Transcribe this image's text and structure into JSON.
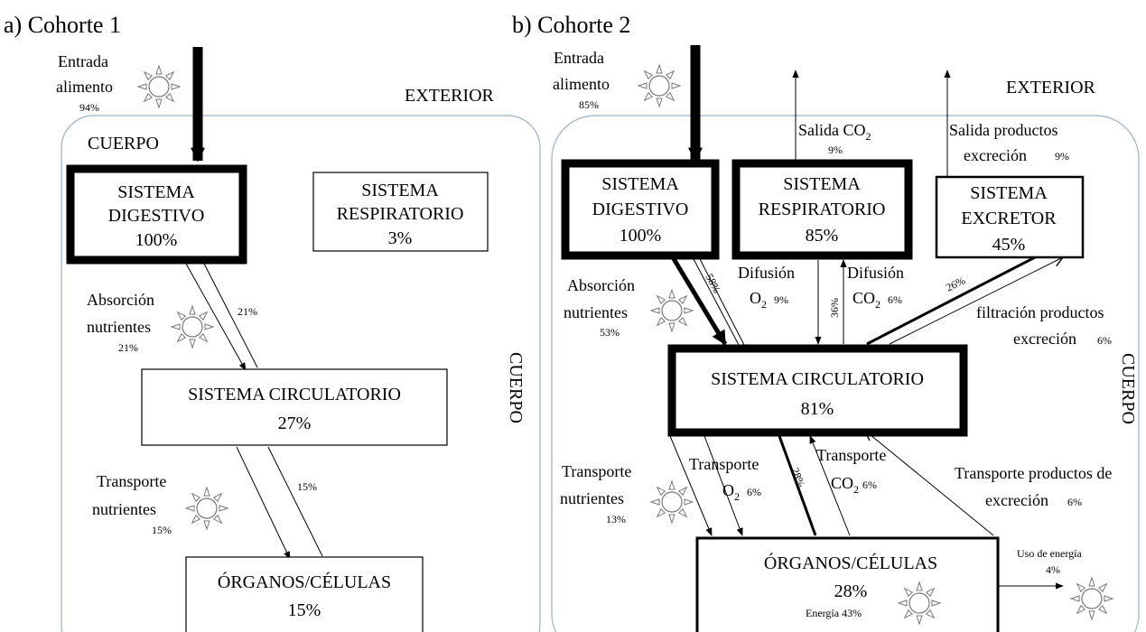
{
  "panel_a": {
    "label": "a) Cohorte 1",
    "exterior": "EXTERIOR",
    "cuerpo_top": "CUERPO",
    "cuerpo_side": "CUERPO",
    "entrada": {
      "line1": "Entrada",
      "line2": "alimento",
      "pct": "94%"
    },
    "digestivo": {
      "line1": "SISTEMA",
      "line2": "DIGESTIVO",
      "pct": "100%"
    },
    "respiratorio": {
      "line1": "SISTEMA",
      "line2": "RESPIRATORIO",
      "pct": "3%"
    },
    "absorcion": {
      "line1": "Absorción",
      "line2": "nutrientes",
      "pct": "21%",
      "arrow_pct": "21%"
    },
    "circulatorio": {
      "line1": "SISTEMA CIRCULATORIO",
      "pct": "27%"
    },
    "transporte": {
      "line1": "Transporte",
      "line2": "nutrientes",
      "pct": "15%",
      "arrow_pct": "15%"
    },
    "organos": {
      "line1": "ÓRGANOS/CÉLULAS",
      "pct": "15%"
    }
  },
  "panel_b": {
    "label": "b) Cohorte 2",
    "exterior": "EXTERIOR",
    "cuerpo_side": "CUERPO",
    "entrada": {
      "line1": "Entrada",
      "line2": "alimento",
      "pct": "85%"
    },
    "salida_co2": {
      "line1": "Salida CO",
      "sub": "2",
      "pct": "9%"
    },
    "salida_productos": {
      "line1": "Salida productos",
      "line2": "excreción",
      "pct": "9%"
    },
    "digestivo": {
      "line1": "SISTEMA",
      "line2": "DIGESTIVO",
      "pct": "100%"
    },
    "respiratorio": {
      "line1": "SISTEMA",
      "line2": "RESPIRATORIO",
      "pct": "85%"
    },
    "excretor": {
      "line1": "SISTEMA",
      "line2": "EXCRETOR",
      "pct": "45%"
    },
    "absorcion": {
      "line1": "Absorción",
      "line2": "nutrientes",
      "pct": "53%",
      "arrow_pct": "58%"
    },
    "difusion_o2": {
      "line1": "Difusión",
      "line2": "O",
      "sub": "2",
      "pct": "9%"
    },
    "difusion_co2": {
      "line1": "Difusión",
      "line2": "CO",
      "sub": "2",
      "pct": "6%"
    },
    "resp_arrow_pct": "36%",
    "excretor_arrow_pct": "26%",
    "filtracion": {
      "line1": "filtración productos",
      "line2": "excreción",
      "pct": "6%"
    },
    "circulatorio": {
      "line1": "SISTEMA CIRCULATORIO",
      "pct": "81%"
    },
    "transporte_nutrientes": {
      "line1": "Transporte",
      "line2": "nutrientes",
      "pct": "13%"
    },
    "transporte_o2": {
      "line1": "Transporte",
      "line2": "O",
      "sub": "2",
      "pct": "6%"
    },
    "organos_arrow_pct": "28%",
    "transporte_co2": {
      "line1": "Transporte",
      "line2": "CO",
      "sub": "2",
      "pct": "6%"
    },
    "transporte_productos": {
      "line1": "Transporte productos de",
      "line2": "excreción",
      "pct": "6%"
    },
    "organos": {
      "line1": "ÓRGANOS/CÉLULAS",
      "pct": "28%",
      "energia": "Energía 43%"
    },
    "uso_energia": {
      "line1": "Uso de energía",
      "pct": "4%"
    }
  }
}
